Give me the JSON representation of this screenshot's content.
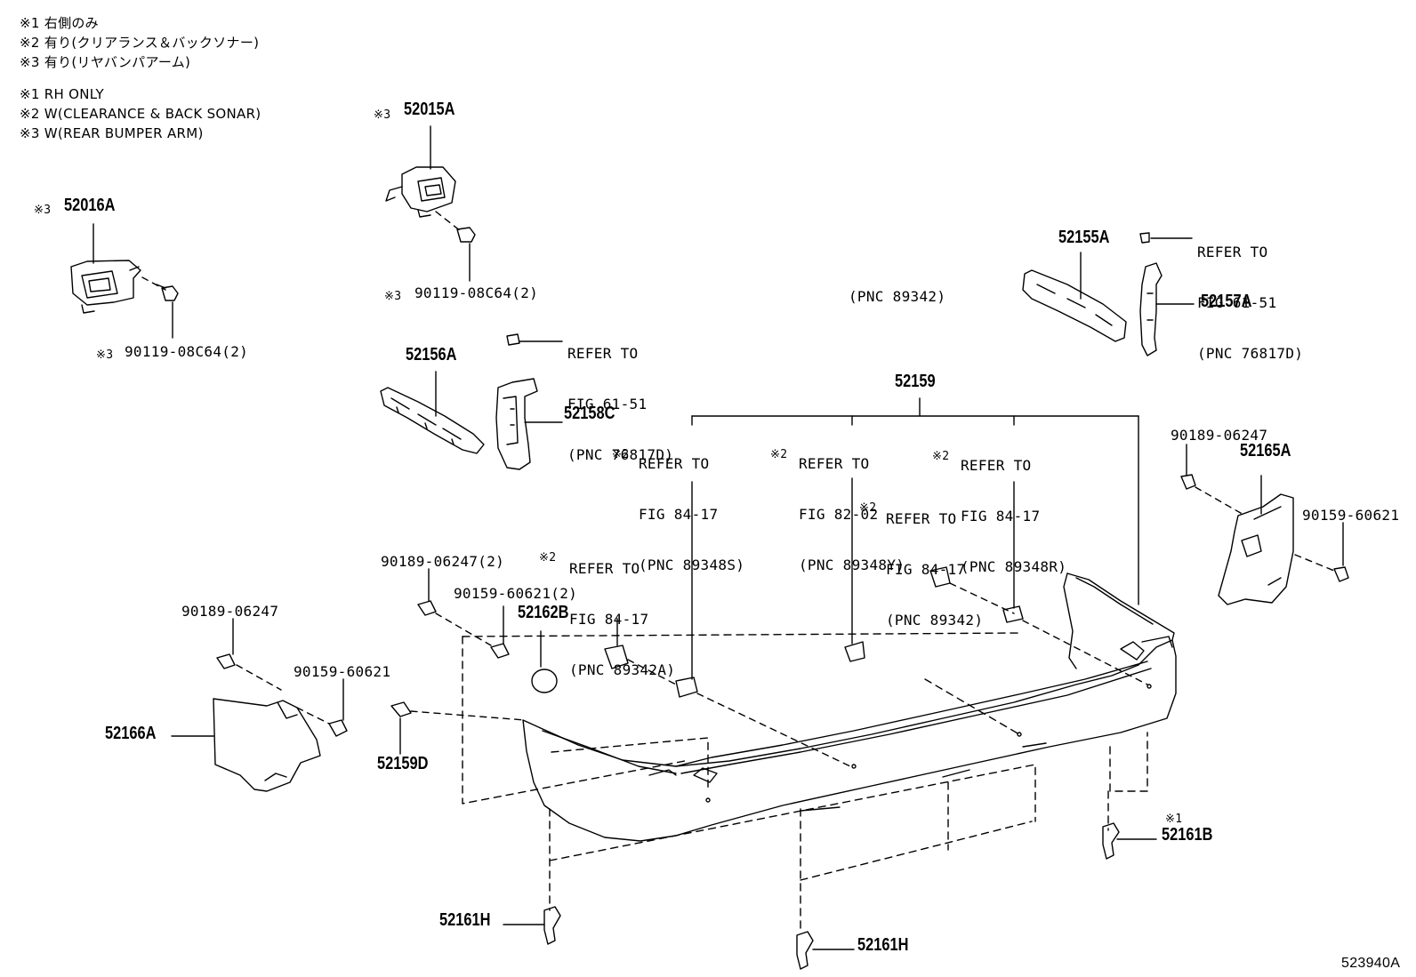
{
  "notes_jp": [
    "※1 右側のみ",
    "※2 有り(クリアランス＆バックソナー)",
    "※3 有り(リヤバンパアーム)"
  ],
  "notes_en": [
    "※1 RH ONLY",
    "※2 W(CLEARANCE & BACK SONAR)",
    "※3 W(REAR BUMPER ARM)"
  ],
  "figure_id": "523940A",
  "mark": {
    "m1": "※1",
    "m2": "※2",
    "m3": "※3"
  },
  "parts": {
    "p52016A": "52016A",
    "p52015A": "52015A",
    "b1": "90119-08C64(2)",
    "b2": "90119-08C64(2)",
    "p52156A": "52156A",
    "p52158C": "52158C",
    "p52155A": "52155A",
    "p52157A": "52157A",
    "p52159": "52159",
    "p52165A": "52165A",
    "p52166A": "52166A",
    "p52162B": "52162B",
    "p52159D": "52159D",
    "p52161B": "52161B",
    "p52161H_a": "52161H",
    "p52161H_b": "52161H",
    "c1": "90189-06247",
    "c2": "90189-06247(2)",
    "c3": "90189-06247",
    "s1": "90159-60621(2)",
    "s2": "90159-60621",
    "s3": "90159-60621"
  },
  "refs": {
    "r1": [
      "REFER TO",
      "FIG 61-51",
      "(PNC 76817D)"
    ],
    "r2": [
      "REFER TO",
      "FIG 61-51",
      "(PNC 76817D)"
    ],
    "r3": [
      "REFER TO",
      "FIG 84-17",
      "(PNC 89348S)"
    ],
    "r4": [
      "REFER TO",
      "FIG 82-02",
      "(PNC 89348Y)"
    ],
    "r5": [
      "REFER TO",
      "FIG 84-17",
      "(PNC 89348R)"
    ],
    "r6": [
      "REFER TO",
      "FIG 84-17",
      "(PNC 89342)"
    ],
    "r7": [
      "REFER TO",
      "FIG 84-17",
      "(PNC 89342A)"
    ],
    "pnc_floating": "(PNC 89342)"
  }
}
